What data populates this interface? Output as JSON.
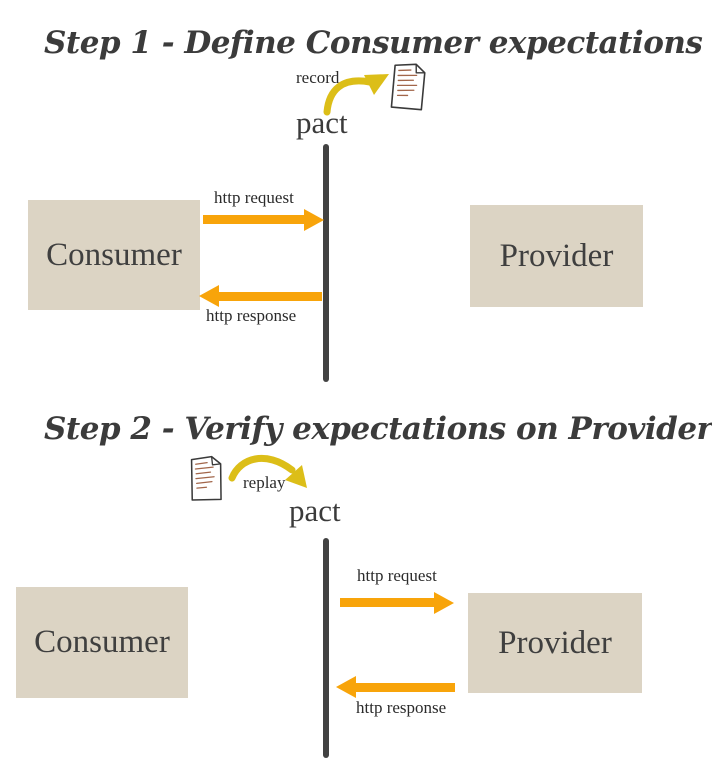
{
  "colors": {
    "background": "#ffffff",
    "title": "#3b3b3b",
    "box_fill": "#dcd4c4",
    "box_text": "#3f3f3f",
    "orange": "#f8a40a",
    "gold": "#dcbe18",
    "lifeline": "#424242",
    "label": "#2b2b2b",
    "doc_ink": "#a2664a",
    "doc_outline": "#3a3a3a"
  },
  "steps": [
    {
      "title": "Step 1 - Define Consumer expectations",
      "arrow_label": "record",
      "pact": "pact",
      "consumer": "Consumer",
      "provider": "Provider",
      "http_request": "http request",
      "http_response": "http response"
    },
    {
      "title": "Step 2 - Verify expectations on Provider",
      "arrow_label": "replay",
      "pact": "pact",
      "consumer": "Consumer",
      "provider": "Provider",
      "http_request": "http request",
      "http_response": "http response"
    }
  ]
}
